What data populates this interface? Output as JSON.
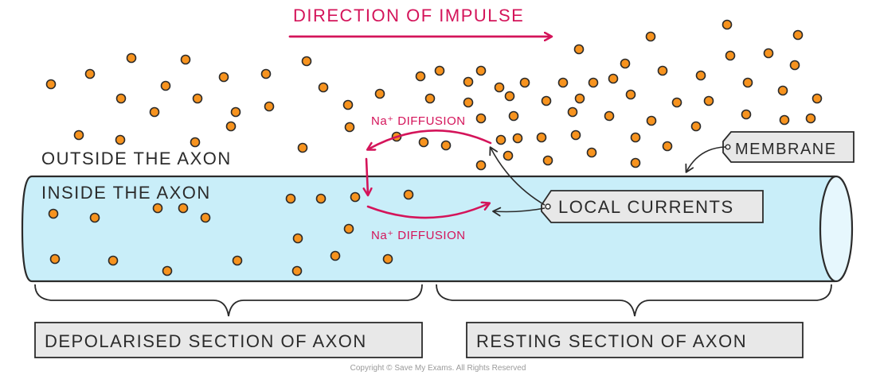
{
  "labels": {
    "direction": "DIRECTION OF IMPULSE",
    "na_top": "Na⁺ DIFFUSION",
    "na_bottom": "Na⁺ DIFFUSION",
    "outside": "OUTSIDE THE AXON",
    "inside": "INSIDE THE AXON",
    "membrane": "MEMBRANE",
    "local_currents": "LOCAL CURRENTS",
    "depolarised": "DEPOLARISED SECTION OF AXON",
    "resting": "RESTING SECTION OF AXON",
    "copyright": "Copyright © Save My Exams. All Rights Reserved"
  },
  "colors": {
    "axon_fill": "#c9eef9",
    "ion": "#f7931e",
    "arrow": "#d4145a",
    "outline": "#2b2b2b",
    "tag_fill": "#e8e8e8"
  }
}
